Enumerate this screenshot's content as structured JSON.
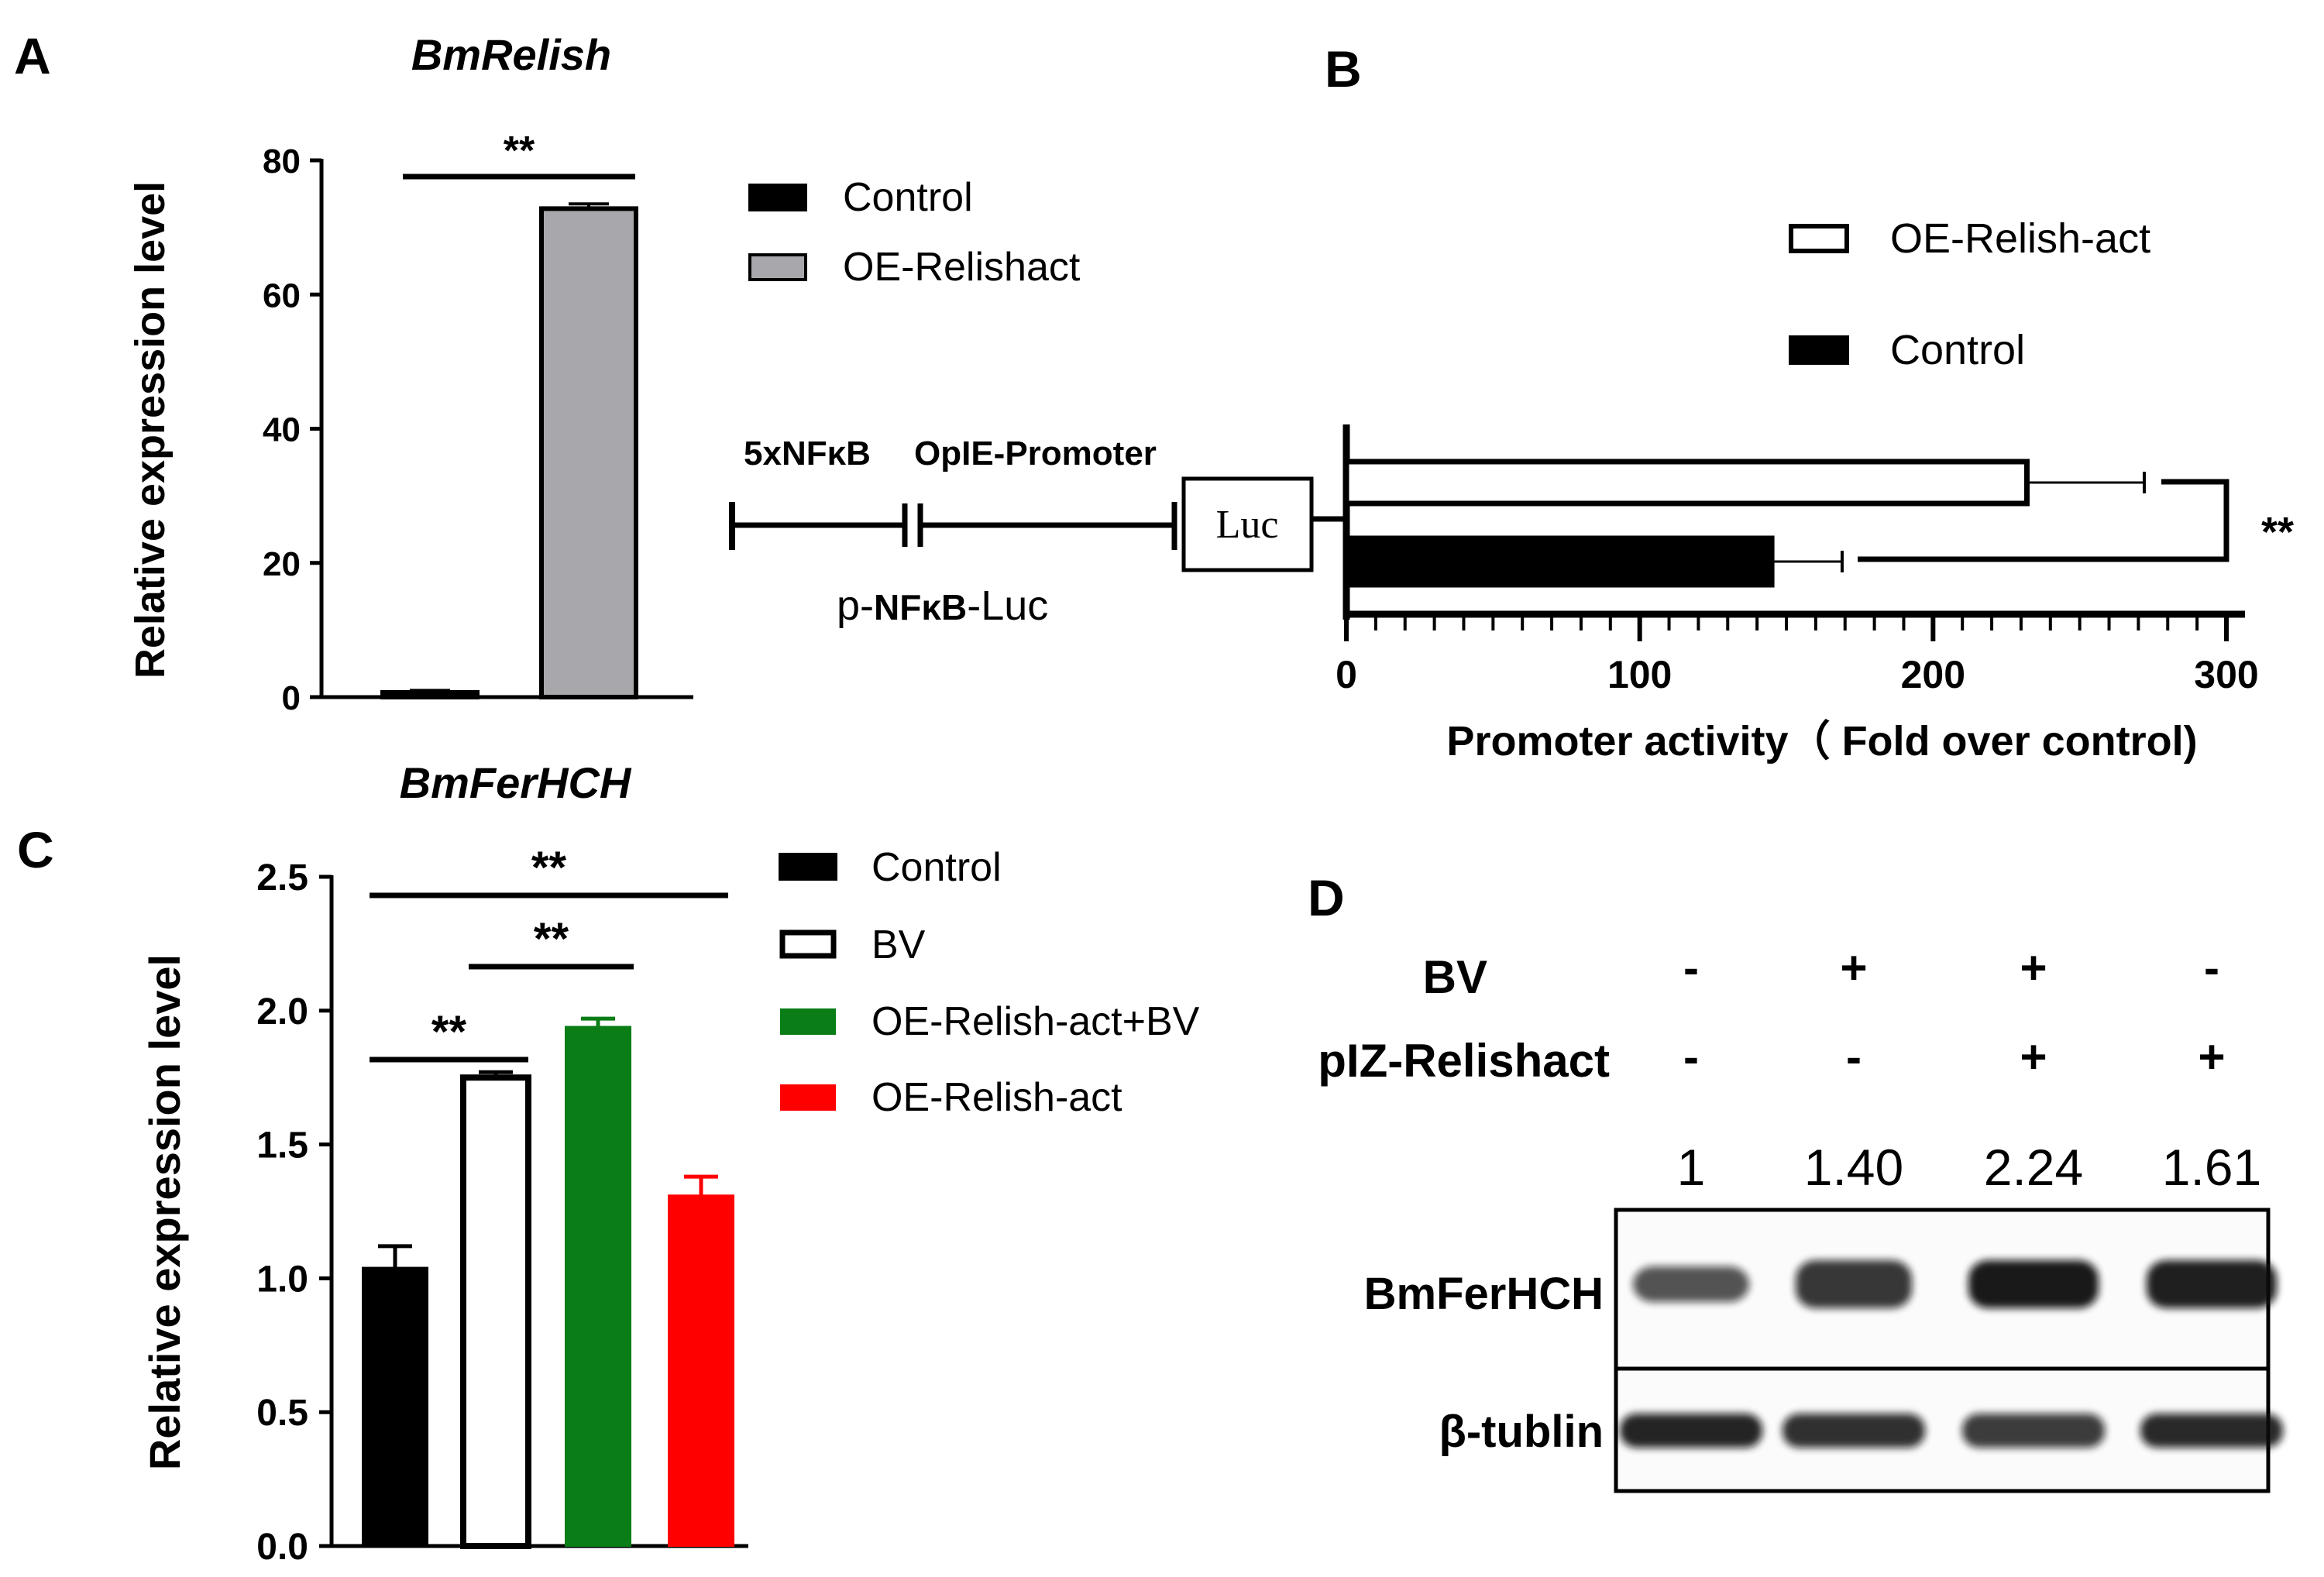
{
  "chart_data": [
    {
      "panel": "A",
      "type": "bar",
      "title": "BmRelish",
      "ylabel": "Relative expression level",
      "ylim": [
        0,
        80
      ],
      "yticks": [
        "0",
        "20",
        "40",
        "60",
        "80"
      ],
      "categories": [
        "Control",
        "OE-Relishact"
      ],
      "values": [
        0.7,
        72.8
      ],
      "errors": [
        0.3,
        0.7
      ],
      "colors": [
        "#000000",
        "#a8a8ac"
      ],
      "legend": [
        "Control",
        "OE-Relishact"
      ],
      "significance": [
        {
          "from": 0,
          "to": 1,
          "label": "**"
        }
      ]
    },
    {
      "panel": "B",
      "type": "bar",
      "orientation": "horizontal",
      "xlabel": "Promoter activity（ Fold over control)",
      "xlim": [
        0,
        300
      ],
      "xticks": [
        "0",
        "100",
        "200",
        "300"
      ],
      "categories": [
        "OE-Relish-act",
        "Control"
      ],
      "values": [
        232,
        145
      ],
      "errors": [
        40,
        24
      ],
      "colors": [
        "#ffffff",
        "#000000"
      ],
      "legend": [
        "OE-Relish-act",
        "Control"
      ],
      "significance": [
        {
          "label": "**"
        }
      ],
      "construct": {
        "element1": "5xNFκB",
        "element2": "OpIE-Promoter",
        "reporter": "Luc",
        "name_prefix": "p-",
        "name_mid": "NFκB",
        "name_suffix": "-Luc"
      }
    },
    {
      "panel": "C",
      "type": "bar",
      "title": "BmFerHCH",
      "ylabel": "Relative expression level",
      "ylim": [
        0,
        2.5
      ],
      "yticks": [
        "0.0",
        "0.5",
        "1.0",
        "1.5",
        "2.0",
        "2.5"
      ],
      "categories": [
        "Control",
        "BV",
        "OE-Relish-act+BV",
        "OE-Relish-act"
      ],
      "values": [
        1.04,
        1.75,
        1.94,
        1.31
      ],
      "errors": [
        0.08,
        0.02,
        0.03,
        0.07
      ],
      "colors": [
        "#000000",
        "#ffffff",
        "#0a7d16",
        "#ff0000"
      ],
      "legend": [
        "Control",
        "BV",
        "OE-Relish-act+BV",
        "OE-Relish-act"
      ],
      "significance": [
        {
          "from": 0,
          "to": 1,
          "label": "**"
        },
        {
          "from": 1,
          "to": 2,
          "label": "**"
        },
        {
          "from": 0,
          "to": 3,
          "label": "**"
        }
      ]
    }
  ],
  "panel_labels": {
    "a": "A",
    "b": "B",
    "c": "C",
    "d": "D"
  },
  "western": {
    "row_labels": [
      "BV",
      "pIZ-Relishact"
    ],
    "bv": [
      "-",
      "+",
      "+",
      "-"
    ],
    "plz": [
      "-",
      "-",
      "+",
      "+"
    ],
    "quant": [
      "1",
      "1.40",
      "2.24",
      "1.61"
    ],
    "blots": [
      "BmFerHCH",
      "β-tublin"
    ],
    "band_intensity_bmferhch": [
      0.7,
      0.82,
      0.95,
      0.92
    ],
    "band_intensity_tublin": [
      0.9,
      0.85,
      0.8,
      0.88
    ]
  }
}
